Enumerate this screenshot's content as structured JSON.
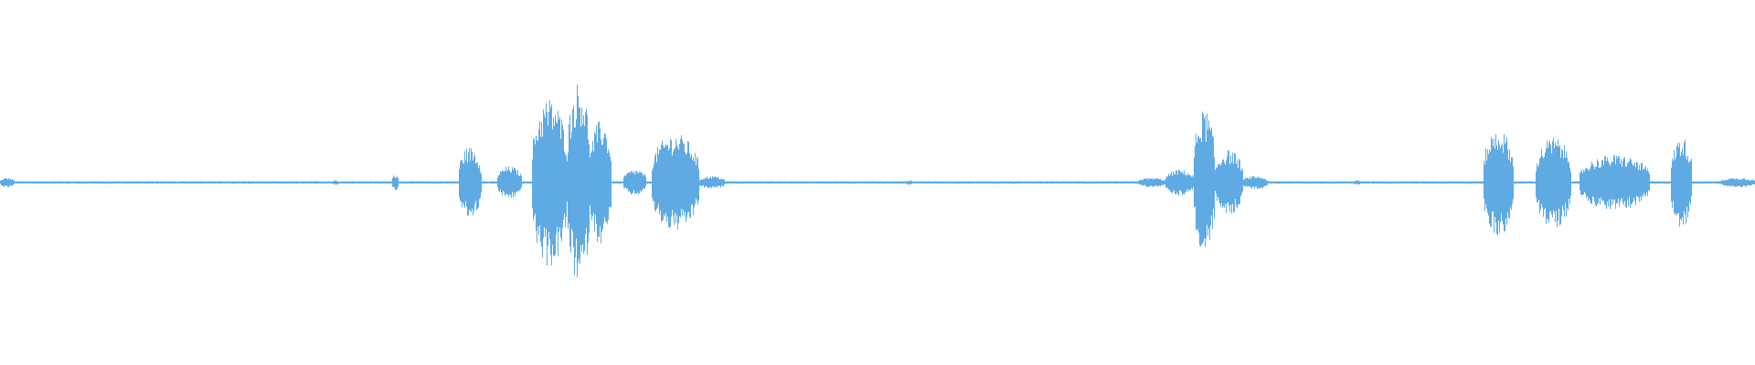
{
  "waveform": {
    "color": "#5FAAE3",
    "background": "#ffffff",
    "baseline_amplitude": 0.008,
    "segments": [
      {
        "start": 0.0,
        "end": 0.008,
        "peak": 0.03
      },
      {
        "start": 0.189,
        "end": 0.193,
        "peak": 0.015
      },
      {
        "start": 0.223,
        "end": 0.227,
        "peak": 0.05
      },
      {
        "start": 0.261,
        "end": 0.274,
        "peak": 0.22
      },
      {
        "start": 0.283,
        "end": 0.297,
        "peak": 0.1
      },
      {
        "start": 0.303,
        "end": 0.323,
        "peak": 0.52
      },
      {
        "start": 0.323,
        "end": 0.336,
        "peak": 0.62
      },
      {
        "start": 0.336,
        "end": 0.348,
        "peak": 0.38
      },
      {
        "start": 0.355,
        "end": 0.368,
        "peak": 0.08
      },
      {
        "start": 0.371,
        "end": 0.398,
        "peak": 0.3
      },
      {
        "start": 0.398,
        "end": 0.413,
        "peak": 0.04
      },
      {
        "start": 0.516,
        "end": 0.52,
        "peak": 0.015
      },
      {
        "start": 0.648,
        "end": 0.664,
        "peak": 0.03
      },
      {
        "start": 0.664,
        "end": 0.68,
        "peak": 0.08
      },
      {
        "start": 0.68,
        "end": 0.692,
        "peak": 0.45
      },
      {
        "start": 0.692,
        "end": 0.708,
        "peak": 0.2
      },
      {
        "start": 0.708,
        "end": 0.722,
        "peak": 0.04
      },
      {
        "start": 0.771,
        "end": 0.775,
        "peak": 0.015
      },
      {
        "start": 0.845,
        "end": 0.862,
        "peak": 0.33
      },
      {
        "start": 0.875,
        "end": 0.895,
        "peak": 0.28
      },
      {
        "start": 0.9,
        "end": 0.94,
        "peak": 0.17
      },
      {
        "start": 0.952,
        "end": 0.964,
        "peak": 0.28
      },
      {
        "start": 0.98,
        "end": 1.0,
        "peak": 0.03
      }
    ]
  }
}
